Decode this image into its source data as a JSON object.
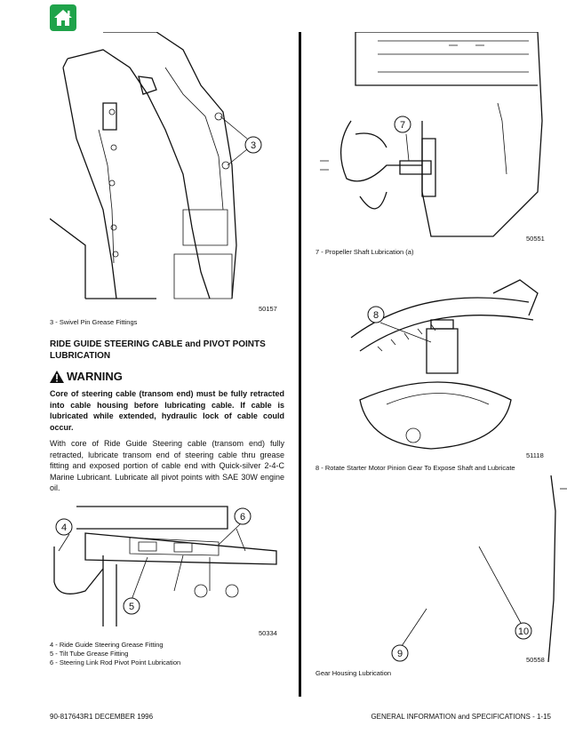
{
  "left": {
    "fig1": {
      "number": "50157",
      "caption": "3 - Swivel Pin Grease Fittings",
      "callouts": [
        "3"
      ]
    },
    "section_heading": "RIDE GUIDE STEERING CABLE and PIVOT POINTS LUBRICATION",
    "warning": {
      "title": "WARNING",
      "body": "Core of steering cable (transom end) must be fully retracted into cable housing before lubricating cable. If cable is lubricated while extended, hydraulic lock of cable could occur."
    },
    "paragraph": "With core of Ride Guide Steering cable (transom end) fully retracted, lubricate transom end of steering cable thru grease fitting and exposed portion of cable end with Quick-silver 2-4-C Marine Lubricant. Lubricate all pivot points with SAE 30W engine oil.",
    "fig2": {
      "number": "50334",
      "callouts": [
        "4",
        "5",
        "6"
      ],
      "captions": [
        "4 - Ride Guide Steering Grease Fitting",
        "5 - Tilt Tube Grease Fitting",
        "6 - Steering Link Rod Pivot Point Lubrication"
      ]
    }
  },
  "right": {
    "fig3": {
      "number": "50551",
      "caption": "7 - Propeller Shaft Lubrication (a)",
      "callouts": [
        "7"
      ]
    },
    "fig4": {
      "number": "51118",
      "caption": "8 - Rotate Starter Motor Pinion Gear To Expose Shaft and Lubricate",
      "callouts": [
        "8"
      ]
    },
    "fig5": {
      "number": "50558",
      "caption": "Gear Housing Lubrication",
      "callouts": [
        "9",
        "10"
      ]
    }
  },
  "footer": {
    "left": "90-817643R1  DECEMBER 1996",
    "right": "GENERAL INFORMATION and SPECIFICATIONS - 1-15"
  },
  "icons": {
    "home": "home-icon",
    "warning": "warning-triangle-icon"
  },
  "colors": {
    "home_button": "#1fa34a"
  }
}
